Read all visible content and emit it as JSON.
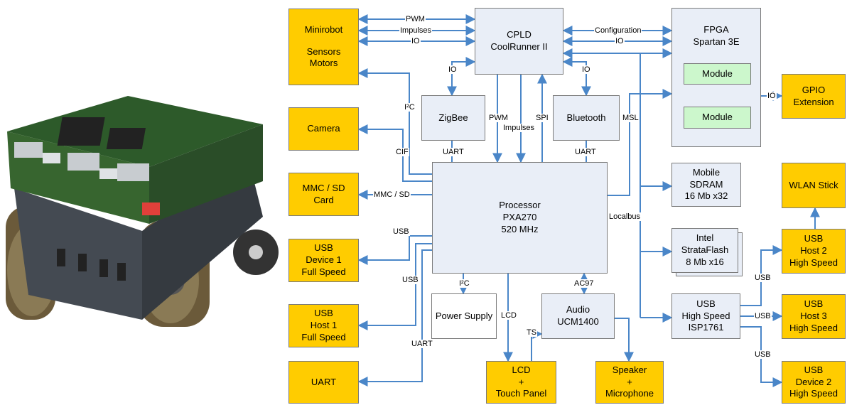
{
  "colors": {
    "peripheral": "#ffcc00",
    "component": "#e9eef7",
    "module": "#ccf7cc",
    "bus_line": "#4a86c8"
  },
  "boxes": {
    "minirobot": [
      "Minirobot",
      "",
      "Sensors",
      "Motors"
    ],
    "camera": [
      "Camera"
    ],
    "mmc": [
      "MMC / SD",
      "Card"
    ],
    "usb_device1": [
      "USB",
      "Device 1",
      "Full Speed"
    ],
    "usb_host1": [
      "USB",
      "Host 1",
      "Full Speed"
    ],
    "uart": [
      "UART"
    ],
    "cpld": [
      "CPLD",
      "CoolRunner II"
    ],
    "zigbee": [
      "ZigBee"
    ],
    "bluetooth": [
      "Bluetooth"
    ],
    "processor": [
      "Processor",
      "PXA270",
      "520 MHz"
    ],
    "power_supply": [
      "Power Supply"
    ],
    "audio": [
      "Audio",
      "UCM1400"
    ],
    "lcd": [
      "LCD",
      "+",
      "Touch Panel"
    ],
    "speaker": [
      "Speaker",
      "+",
      "Microphone"
    ],
    "fpga": [
      "FPGA",
      "Spartan 3E"
    ],
    "module1": [
      "Module"
    ],
    "module2": [
      "Module"
    ],
    "gpio": [
      "GPIO",
      "Extension"
    ],
    "sdram": [
      "Mobile",
      "SDRAM",
      "16 Mb x32"
    ],
    "flash": [
      "Intel",
      "StrataFlash",
      "8 Mb x16"
    ],
    "usb_hs": [
      "USB",
      "High Speed",
      "ISP1761"
    ],
    "wlan": [
      "WLAN Stick"
    ],
    "usb_host2": [
      "USB",
      "Host 2",
      "High Speed"
    ],
    "usb_host3": [
      "USB",
      "Host 3",
      "High Speed"
    ],
    "usb_device2": [
      "USB",
      "Device 2",
      "High Speed"
    ]
  },
  "labels": {
    "pwm_top": "PWM",
    "impulses_top": "Impulses",
    "io_top": "IO",
    "configuration": "Configuration",
    "io_fpga": "IO",
    "io_zigbee": "IO",
    "io_bluetooth": "IO",
    "i2c_left": "I²C",
    "pwm_mid": "PWM",
    "impulses_mid": "Impulses",
    "spi": "SPI",
    "msl": "MSL",
    "uart_zigbee": "UART",
    "uart_bluetooth": "UART",
    "cif": "CIF",
    "mmc_sd": "MMC / SD",
    "usb1": "USB",
    "usb2": "USB",
    "uart_left": "UART",
    "localbus": "Localbus",
    "i2c_bottom": "I²C",
    "ac97": "AC97",
    "lcd_bus": "LCD",
    "ts": "TS",
    "io_gpio": "IO",
    "usb_h2": "USB",
    "usb_h3": "USB",
    "usb_d2": "USB"
  }
}
